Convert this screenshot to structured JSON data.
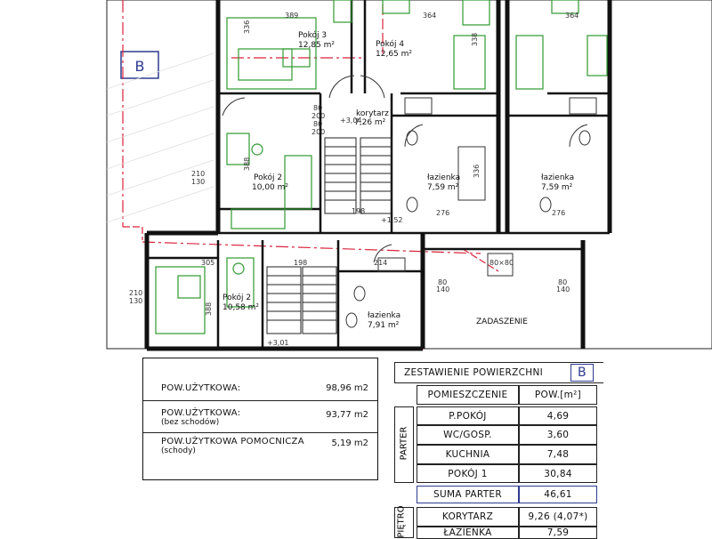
{
  "plan": {
    "section_marker": "B",
    "rooms": [
      {
        "name": "Pokój 3",
        "area": "12,85 m²"
      },
      {
        "name": "Pokój 4",
        "area": "12,65 m²"
      },
      {
        "name": "Pokój 2",
        "area": "10,00 m²"
      },
      {
        "name": "Pokój 2",
        "area": "10,58 m²"
      },
      {
        "name": "korytarz",
        "area": "7,26 m²"
      },
      {
        "name": "łazienka",
        "area": "7,59 m²"
      },
      {
        "name": "łazienka",
        "area": "7,59 m²"
      },
      {
        "name": "łazienka",
        "area": "7,91 m²"
      },
      {
        "name": "ZADASZENIE",
        "area": ""
      }
    ],
    "dimensions": [
      "389",
      "364",
      "364",
      "336",
      "338",
      "388",
      "198",
      "276",
      "276",
      "305",
      "198",
      "214",
      "388",
      "336",
      "210",
      "130",
      "210",
      "130",
      "80",
      "200",
      "80",
      "200",
      "80",
      "140",
      "80",
      "140",
      "80×80",
      "+3,04",
      "+1,52",
      "+3,01"
    ]
  },
  "summary": {
    "rows": [
      {
        "label": "POW.UŻYTKOWA:",
        "sub": "",
        "value": "98,96 m2"
      },
      {
        "label": "POW.UŻYTKOWA:",
        "sub": "(bez schodów)",
        "value": "93,77 m2"
      },
      {
        "label": "POW.UŻYTKOWA POMOCNICZA",
        "sub": "(schody)",
        "value": "5,19 m2"
      }
    ]
  },
  "rooms_table": {
    "title": "ZESTAWIENIE POWIERZCHNI",
    "badge": "B",
    "header_room": "POMIESZCZENIE",
    "header_area": "POW.[m²]",
    "group_label": "PARTER",
    "group_label_2": "PIĘTRO",
    "rows": [
      {
        "room": "P.POKÓJ",
        "area": "4,69"
      },
      {
        "room": "WC/GOSP.",
        "area": "3,60"
      },
      {
        "room": "KUCHNIA",
        "area": "7,48"
      },
      {
        "room": "POKÓJ 1",
        "area": "30,84"
      }
    ],
    "sum_label": "SUMA PARTER",
    "sum_value": "46,61",
    "next_row": {
      "room": "KORYTARZ",
      "area": "9,26 (4,07*)"
    },
    "partial_row": {
      "room": "ŁAZIENKA",
      "area": "7,59"
    }
  }
}
